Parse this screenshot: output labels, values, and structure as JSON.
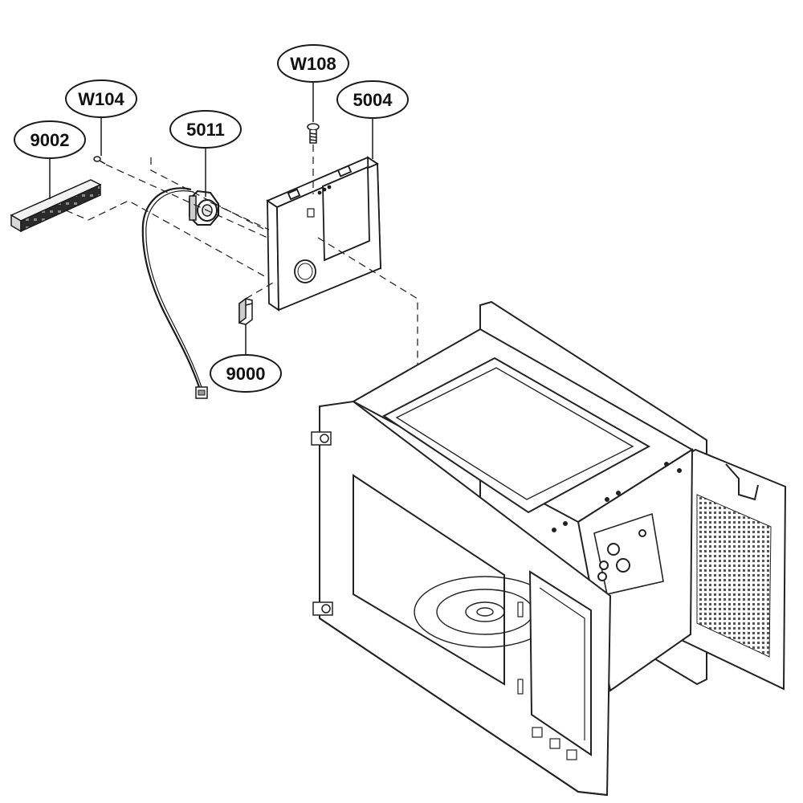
{
  "callouts": [
    {
      "id": "9002",
      "label": "9002"
    },
    {
      "id": "W104",
      "label": "W104"
    },
    {
      "id": "5011",
      "label": "5011"
    },
    {
      "id": "W108",
      "label": "W108"
    },
    {
      "id": "5004",
      "label": "5004"
    },
    {
      "id": "9000",
      "label": "9000"
    }
  ],
  "colors": {
    "ink": "#1a1a1a",
    "outline": "#222222",
    "background": "#ffffff",
    "mesh": "#555555",
    "gasket": "#2a2a2a"
  }
}
